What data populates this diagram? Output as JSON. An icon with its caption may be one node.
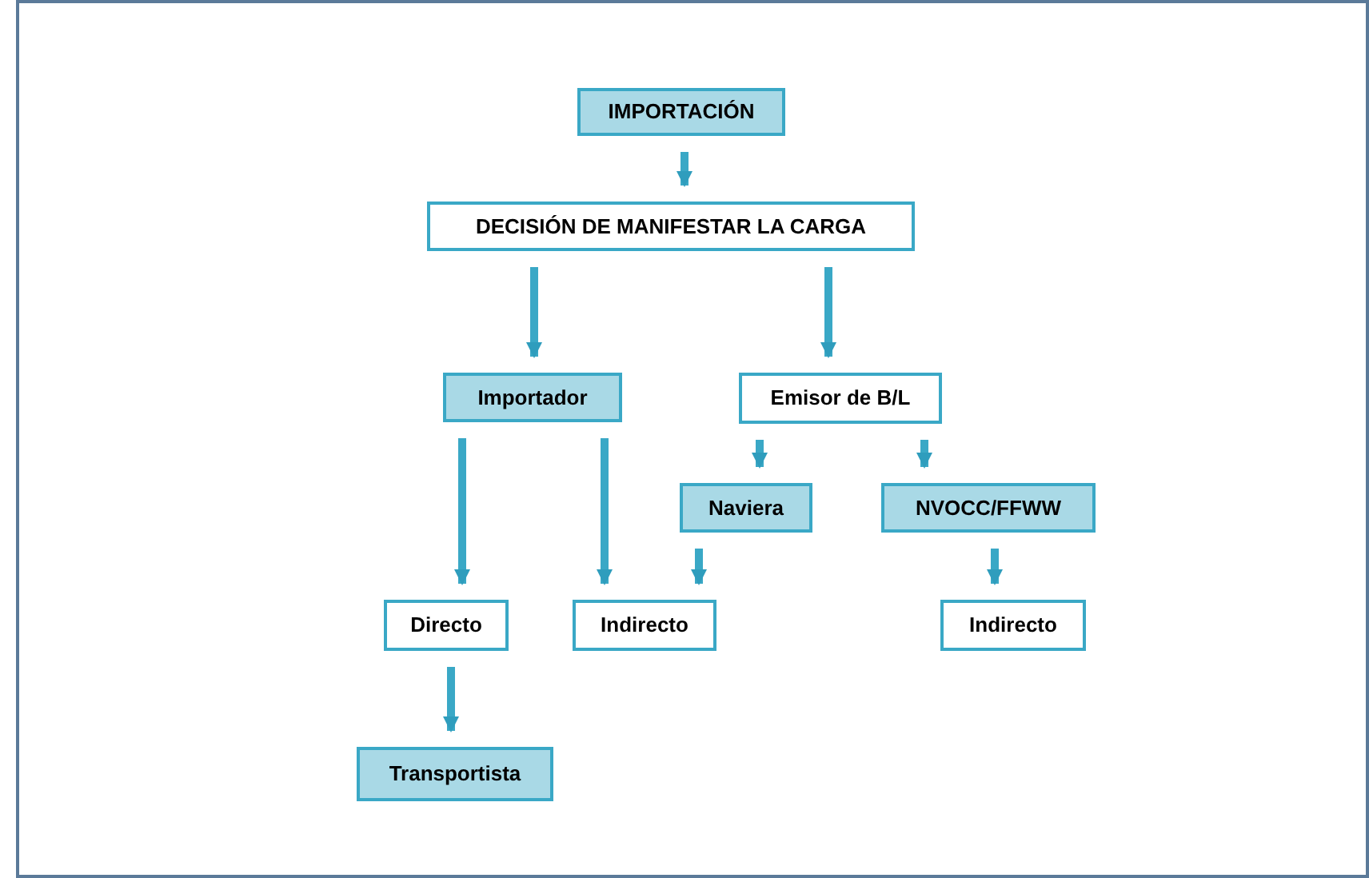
{
  "diagram": {
    "nodes": [
      {
        "text": [
          "IMPORTACIÓN"
        ]
      },
      {
        "text": [
          "DECISIÓN DE MANIFESTAR LA CARGA"
        ]
      },
      {
        "text": [
          "Importador"
        ]
      },
      {
        "text": [
          "Emisor de B/L"
        ]
      },
      {
        "text": [
          "Naviera"
        ]
      },
      {
        "text": [
          "NVOCC/FFWW"
        ]
      },
      {
        "text": [
          "Directo"
        ]
      },
      {
        "text": [
          "Indirecto"
        ]
      },
      {
        "text": [
          "Indirecto"
        ]
      },
      {
        "text": [
          "Transportista"
        ]
      }
    ],
    "edges": [
      {
        "from": 0,
        "to": 1,
        "arrow": "to"
      },
      {
        "from": 1,
        "to": 2,
        "arrow": "to"
      },
      {
        "from": 1,
        "to": 3,
        "arrow": "to"
      },
      {
        "from": 3,
        "to": 4,
        "arrow": "to"
      },
      {
        "from": 3,
        "to": 5,
        "arrow": "to"
      },
      {
        "from": 2,
        "to": 6,
        "arrow": "to"
      },
      {
        "from": 2,
        "to": 7,
        "arrow": "to"
      },
      {
        "from": 4,
        "to": 7,
        "arrow": "to"
      },
      {
        "from": 5,
        "to": 8,
        "arrow": "to"
      },
      {
        "from": 6,
        "to": 9,
        "arrow": "to"
      }
    ]
  }
}
